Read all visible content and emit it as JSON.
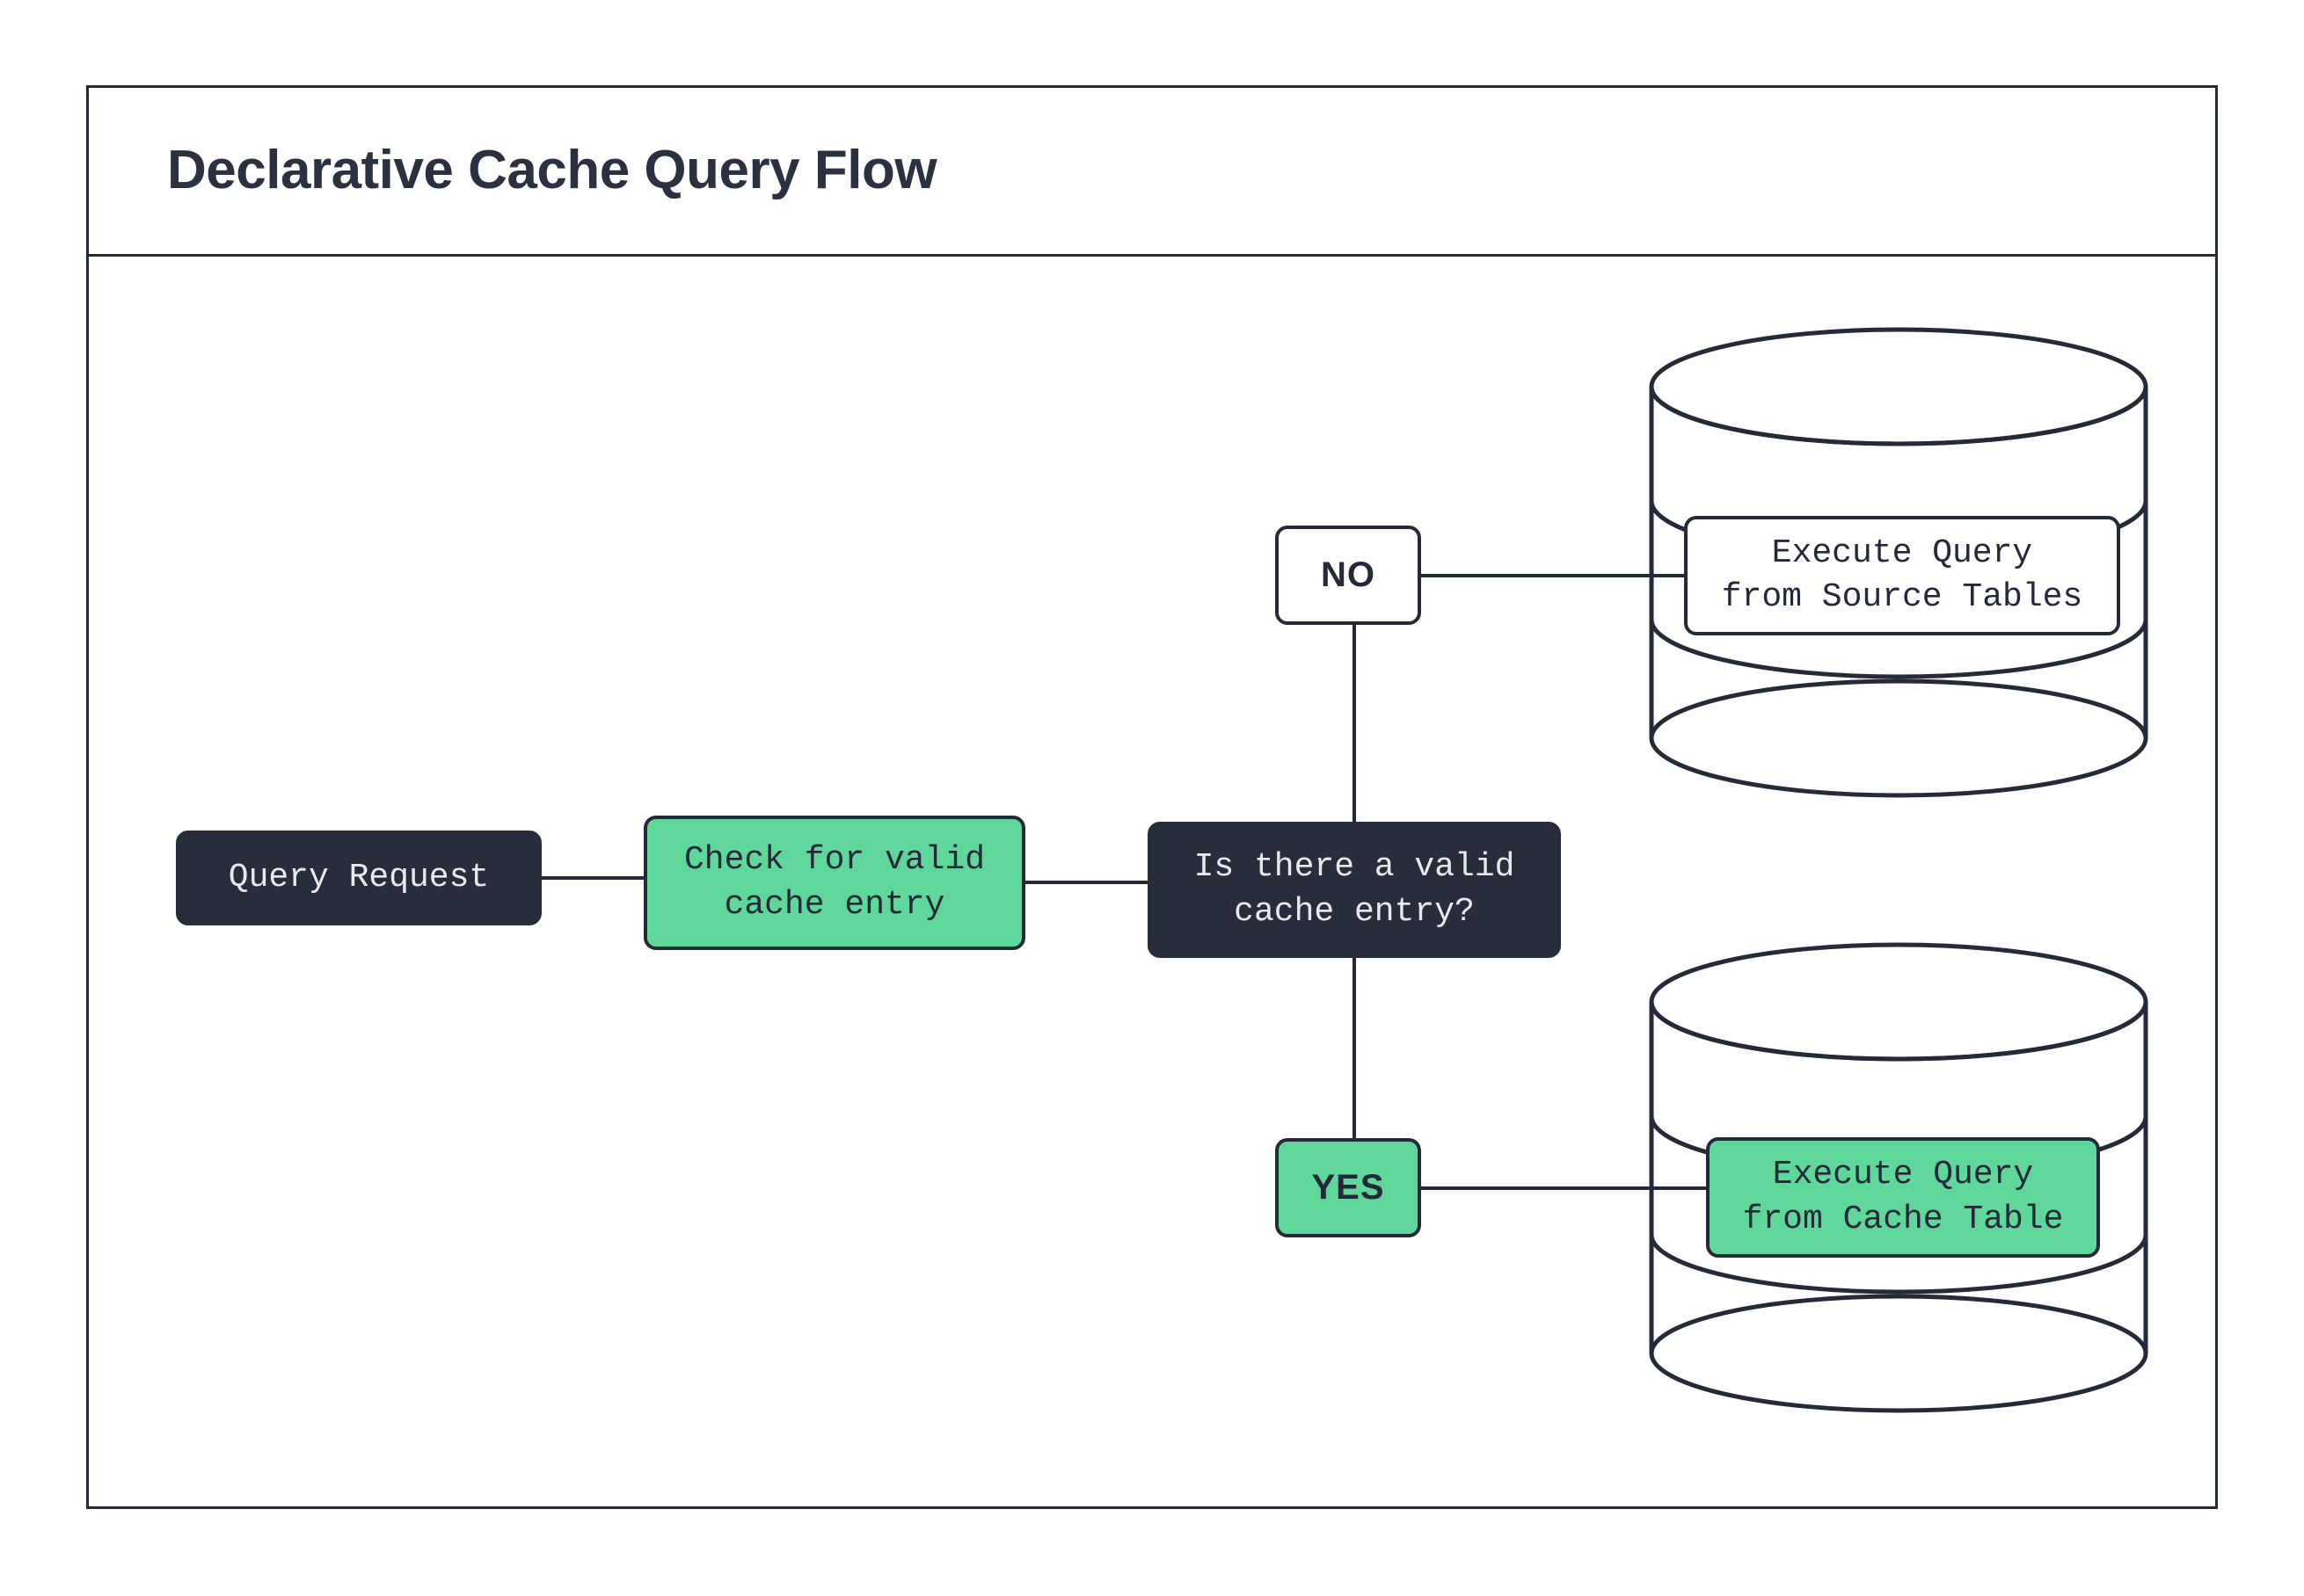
{
  "title": "Declarative Cache Query Flow",
  "theme": {
    "stroke": "#252A38",
    "dark_fill": "#282D3B",
    "dark_text": "#E8E9EC",
    "green_fill": "#5FD79B",
    "green_text": "#24293A",
    "page_bg": "#FFFFFF"
  },
  "nodes": {
    "query_request": {
      "label": "Query Request",
      "style": "dark"
    },
    "check_cache": {
      "label": "Check for valid\ncache entry",
      "style": "green"
    },
    "decision": {
      "label": "Is there a valid\ncache entry?",
      "style": "dark"
    },
    "source_db": {
      "label": "Execute Query\nfrom Source Tables",
      "style": "plain",
      "shape": "database"
    },
    "cache_db": {
      "label": "Execute Query\nfrom Cache Table",
      "style": "green",
      "shape": "database"
    }
  },
  "branches": {
    "no": {
      "label": "NO",
      "style": "plain"
    },
    "yes": {
      "label": "YES",
      "style": "green"
    }
  },
  "edges": [
    {
      "from": "query_request",
      "to": "check_cache"
    },
    {
      "from": "check_cache",
      "to": "decision"
    },
    {
      "from": "decision",
      "to": "no"
    },
    {
      "from": "no",
      "to": "source_db"
    },
    {
      "from": "decision",
      "to": "yes"
    },
    {
      "from": "yes",
      "to": "cache_db"
    }
  ]
}
